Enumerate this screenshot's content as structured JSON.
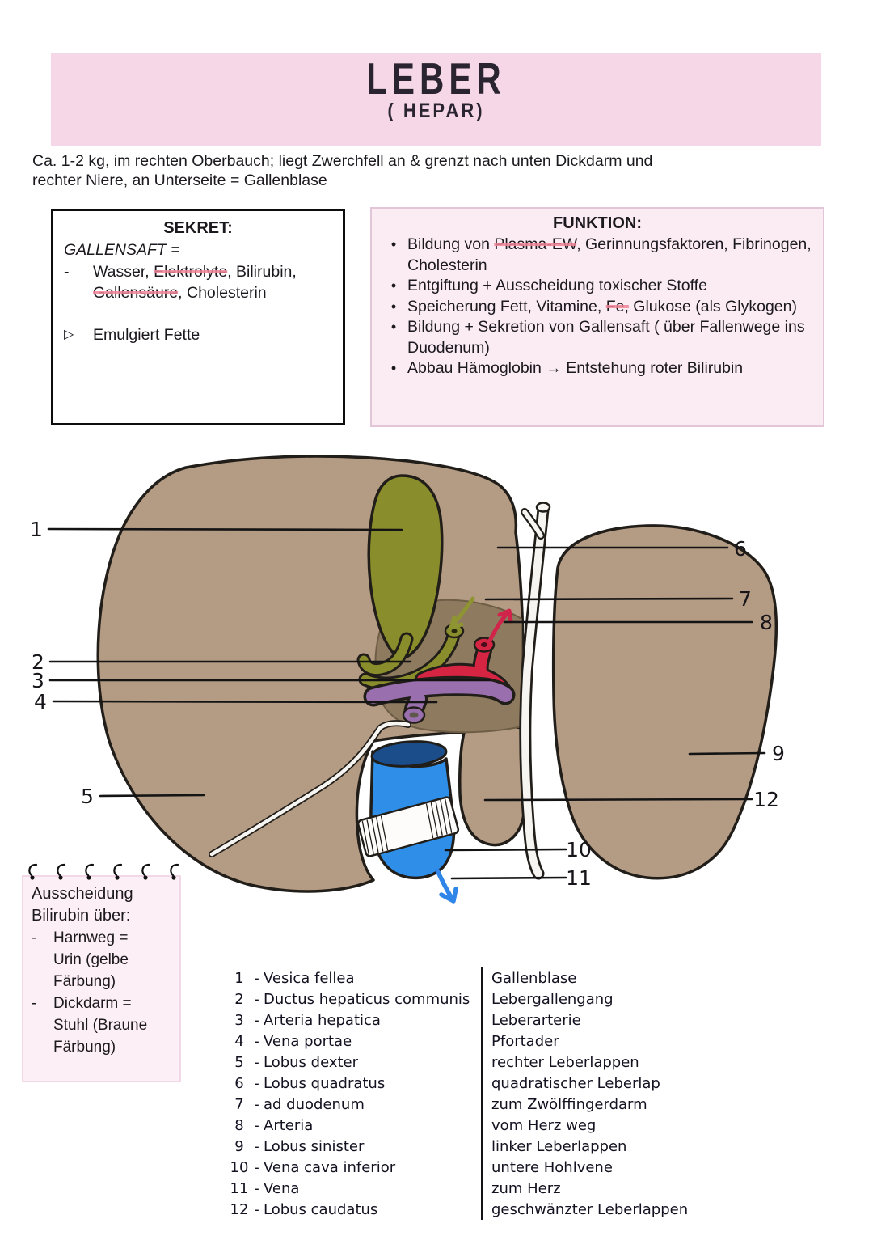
{
  "header": {
    "title": "LEBER",
    "subtitle": "( HEPAR)"
  },
  "intro": "Ca. 1-2 kg, im rechten Oberbauch; liegt Zwerchfell an & grenzt nach unten Dickdarm und\nrechter Niere, an Unterseite = Gallenblase",
  "sekret": {
    "title": "SEKRET:",
    "heading": "GALLENSAFT =",
    "dash": "-",
    "item_part1": "Wasser, ",
    "item_struck1": "Elektrolyte",
    "item_part2": ", Bilirubin,",
    "item_struck2": "Gallensäure",
    "item_part3": ", Cholesterin",
    "arrow_glyph": "▷",
    "arrow_item": "Emulgiert Fette"
  },
  "funktion": {
    "title": "FUNKTION:",
    "bullet_glyph": "•",
    "b1_pre": "Bildung von ",
    "b1_struck": "Plasma-EW",
    "b1_post": ", Gerinnungsfaktoren, Fibrinogen, Cholesterin",
    "b2": "Entgiftung + Ausscheidung toxischer Stoffe",
    "b3_pre": "Speicherung Fett, Vitamine, ",
    "b3_struck": "Fe,",
    "b3_post": " Glukose (als Glykogen)",
    "b4": "Bildung + Sekretion von Gallensaft ( über Fallenwege ins Duodenum)",
    "b5": "Abbau Hämoglobin → Entstehung roter Bilirubin"
  },
  "note": {
    "heading": "Ausscheidung\nBilirubin über:",
    "dash": "-",
    "item1": "Harnweg =\nUrin (gelbe\nFärbung)",
    "item2": "Dickdarm =\nStuhl (Braune\nFärbung)"
  },
  "diagram": {
    "numbers": {
      "n1": "1",
      "n2": "2",
      "n3": "3",
      "n4": "4",
      "n5": "5",
      "n6": "6",
      "n7": "7",
      "n8": "8",
      "n9": "9",
      "n10": "10",
      "n11": "11",
      "n12": "12"
    },
    "colors": {
      "liver": "#b49b84",
      "liver_outline": "#211d19",
      "hilum": "#8d7a5f",
      "gallbladder": "#8a8d2b",
      "bile_arrow": "#8f9433",
      "artery": "#d62542",
      "artery_arrow": "#d1244a",
      "portal_vein": "#9a6fad",
      "vena_cava": "#2f8fe8",
      "cava_opening": "#1b4d8a",
      "cava_arrow": "#2f86e8",
      "ligament": "#f7f5f1"
    }
  },
  "legend": {
    "entries": [
      {
        "num": "1",
        "dash": "-",
        "latin": "Vesica fellea",
        "german": "Gallenblase"
      },
      {
        "num": "2",
        "dash": "-",
        "latin": "Ductus hepaticus communis",
        "german": "Lebergallengang"
      },
      {
        "num": "3",
        "dash": "-",
        "latin": "Arteria hepatica",
        "german": "Leberarterie"
      },
      {
        "num": "4",
        "dash": "-",
        "latin": "Vena portae",
        "german": "Pfortader"
      },
      {
        "num": "5",
        "dash": "-",
        "latin": "Lobus dexter",
        "german": "rechter Leberlappen"
      },
      {
        "num": "6",
        "dash": "-",
        "latin": "Lobus quadratus",
        "german": "quadratischer Leberlap"
      },
      {
        "num": "7",
        "dash": "-",
        "latin": "ad duodenum",
        "german": "zum Zwölffingerdarm"
      },
      {
        "num": "8",
        "dash": "-",
        "latin": "Arteria",
        "german": "vom Herz weg"
      },
      {
        "num": "9",
        "dash": "-",
        "latin": "Lobus sinister",
        "german": "linker Leberlappen"
      },
      {
        "num": "10",
        "dash": "-",
        "latin": "Vena cava inferior",
        "german": "untere Hohlvene"
      },
      {
        "num": "11",
        "dash": "-",
        "latin": "Vena",
        "german": "zum Herz"
      },
      {
        "num": "12",
        "dash": "-",
        "latin": "Lobus caudatus",
        "german": "geschwänzter Leberlappen"
      }
    ]
  },
  "ui_colors": {
    "banner_bg": "#f6d7e7",
    "funktion_bg": "#fbecf4",
    "funktion_border": "#e2c6d8",
    "note_bg": "#fdeff6",
    "note_border": "#f2d8e6",
    "highlight_mark": "#ee8fa4"
  }
}
